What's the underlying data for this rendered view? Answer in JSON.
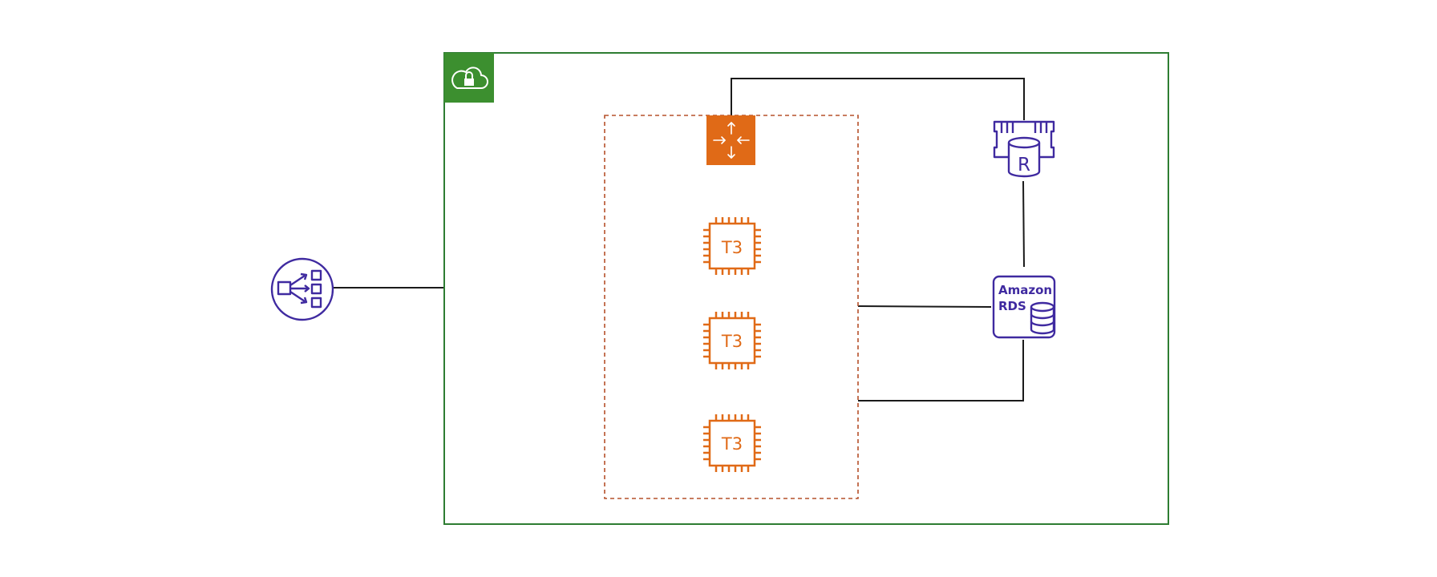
{
  "colors": {
    "vpc_border": "#2e7d32",
    "vpc_badge": "#3c8f2f",
    "autoscaling_border": "#b5502a",
    "aws_orange": "#e06a17",
    "aws_blue": "#3f2aa0",
    "connector": "#1a1a1a"
  },
  "nodes": {
    "load_balancer": {
      "icon": "elastic-load-balancer-icon"
    },
    "vpc": {
      "icon": "cloud-lock-icon"
    },
    "auto_scaling_group": {
      "icon": "auto-scaling-group"
    },
    "router": {
      "icon": "router-icon"
    },
    "ec2_instances": [
      {
        "label": "T3"
      },
      {
        "label": "T3"
      },
      {
        "label": "T3"
      }
    ],
    "rds_read_replica": {
      "label": "R",
      "icon": "rds-read-replica-icon"
    },
    "rds": {
      "label_line1": "Amazon",
      "label_line2": "RDS",
      "icon": "amazon-rds-icon"
    }
  }
}
